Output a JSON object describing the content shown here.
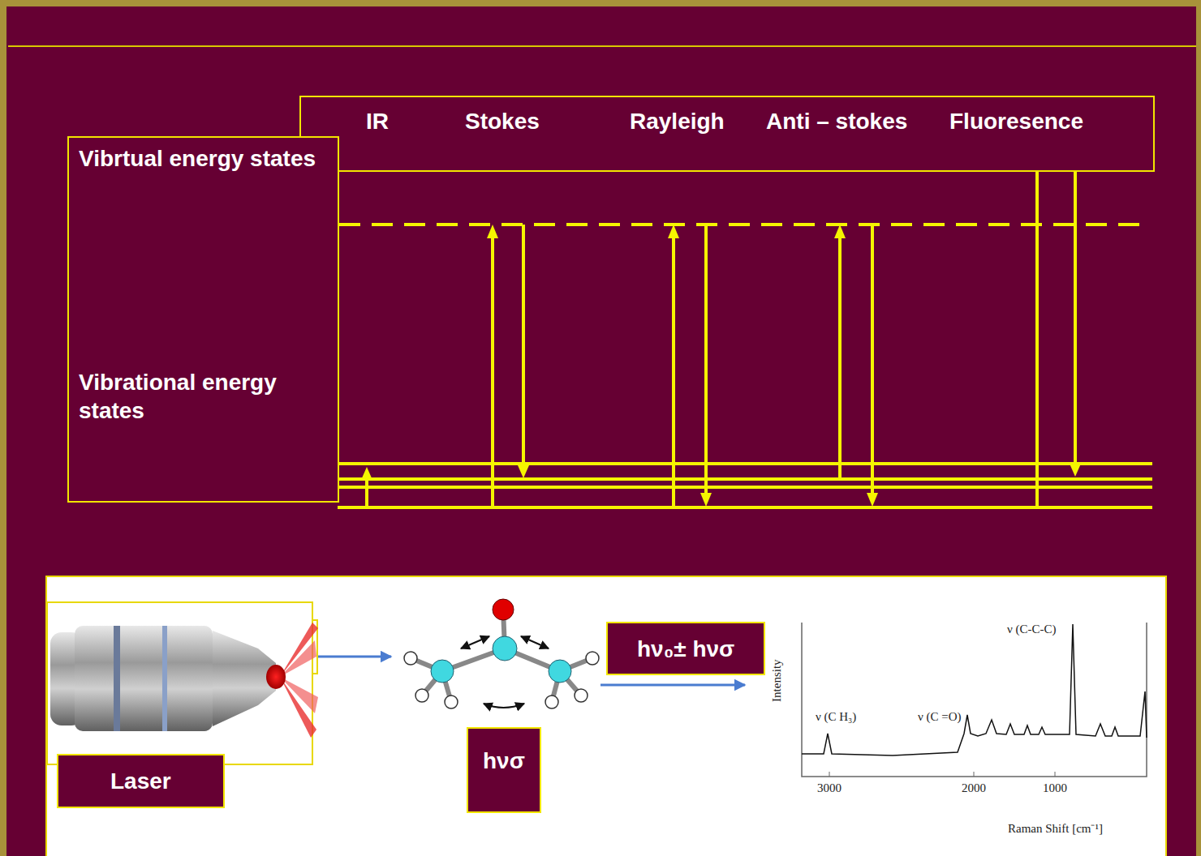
{
  "diagram": {
    "nodes": [
      {
        "text": [
          "IR",
          "Stokes",
          "Rayleigh",
          "Anti – stokes",
          "Fluoresence"
        ]
      },
      {
        "text": [
          "Vibrtual energy states",
          "Vibrational energy states"
        ]
      },
      {
        "text": [
          "Laser"
        ]
      },
      {
        "text": [
          "hνσ"
        ]
      },
      {
        "text": [
          "hν₀± hνσ"
        ]
      }
    ],
    "labels": [
      "Intensity",
      "ν (C H₃)",
      "ν (C =O)",
      "ν (C-C-C)",
      "3000",
      "2000",
      "1000",
      "Raman Shift [cm⁻¹]"
    ]
  }
}
